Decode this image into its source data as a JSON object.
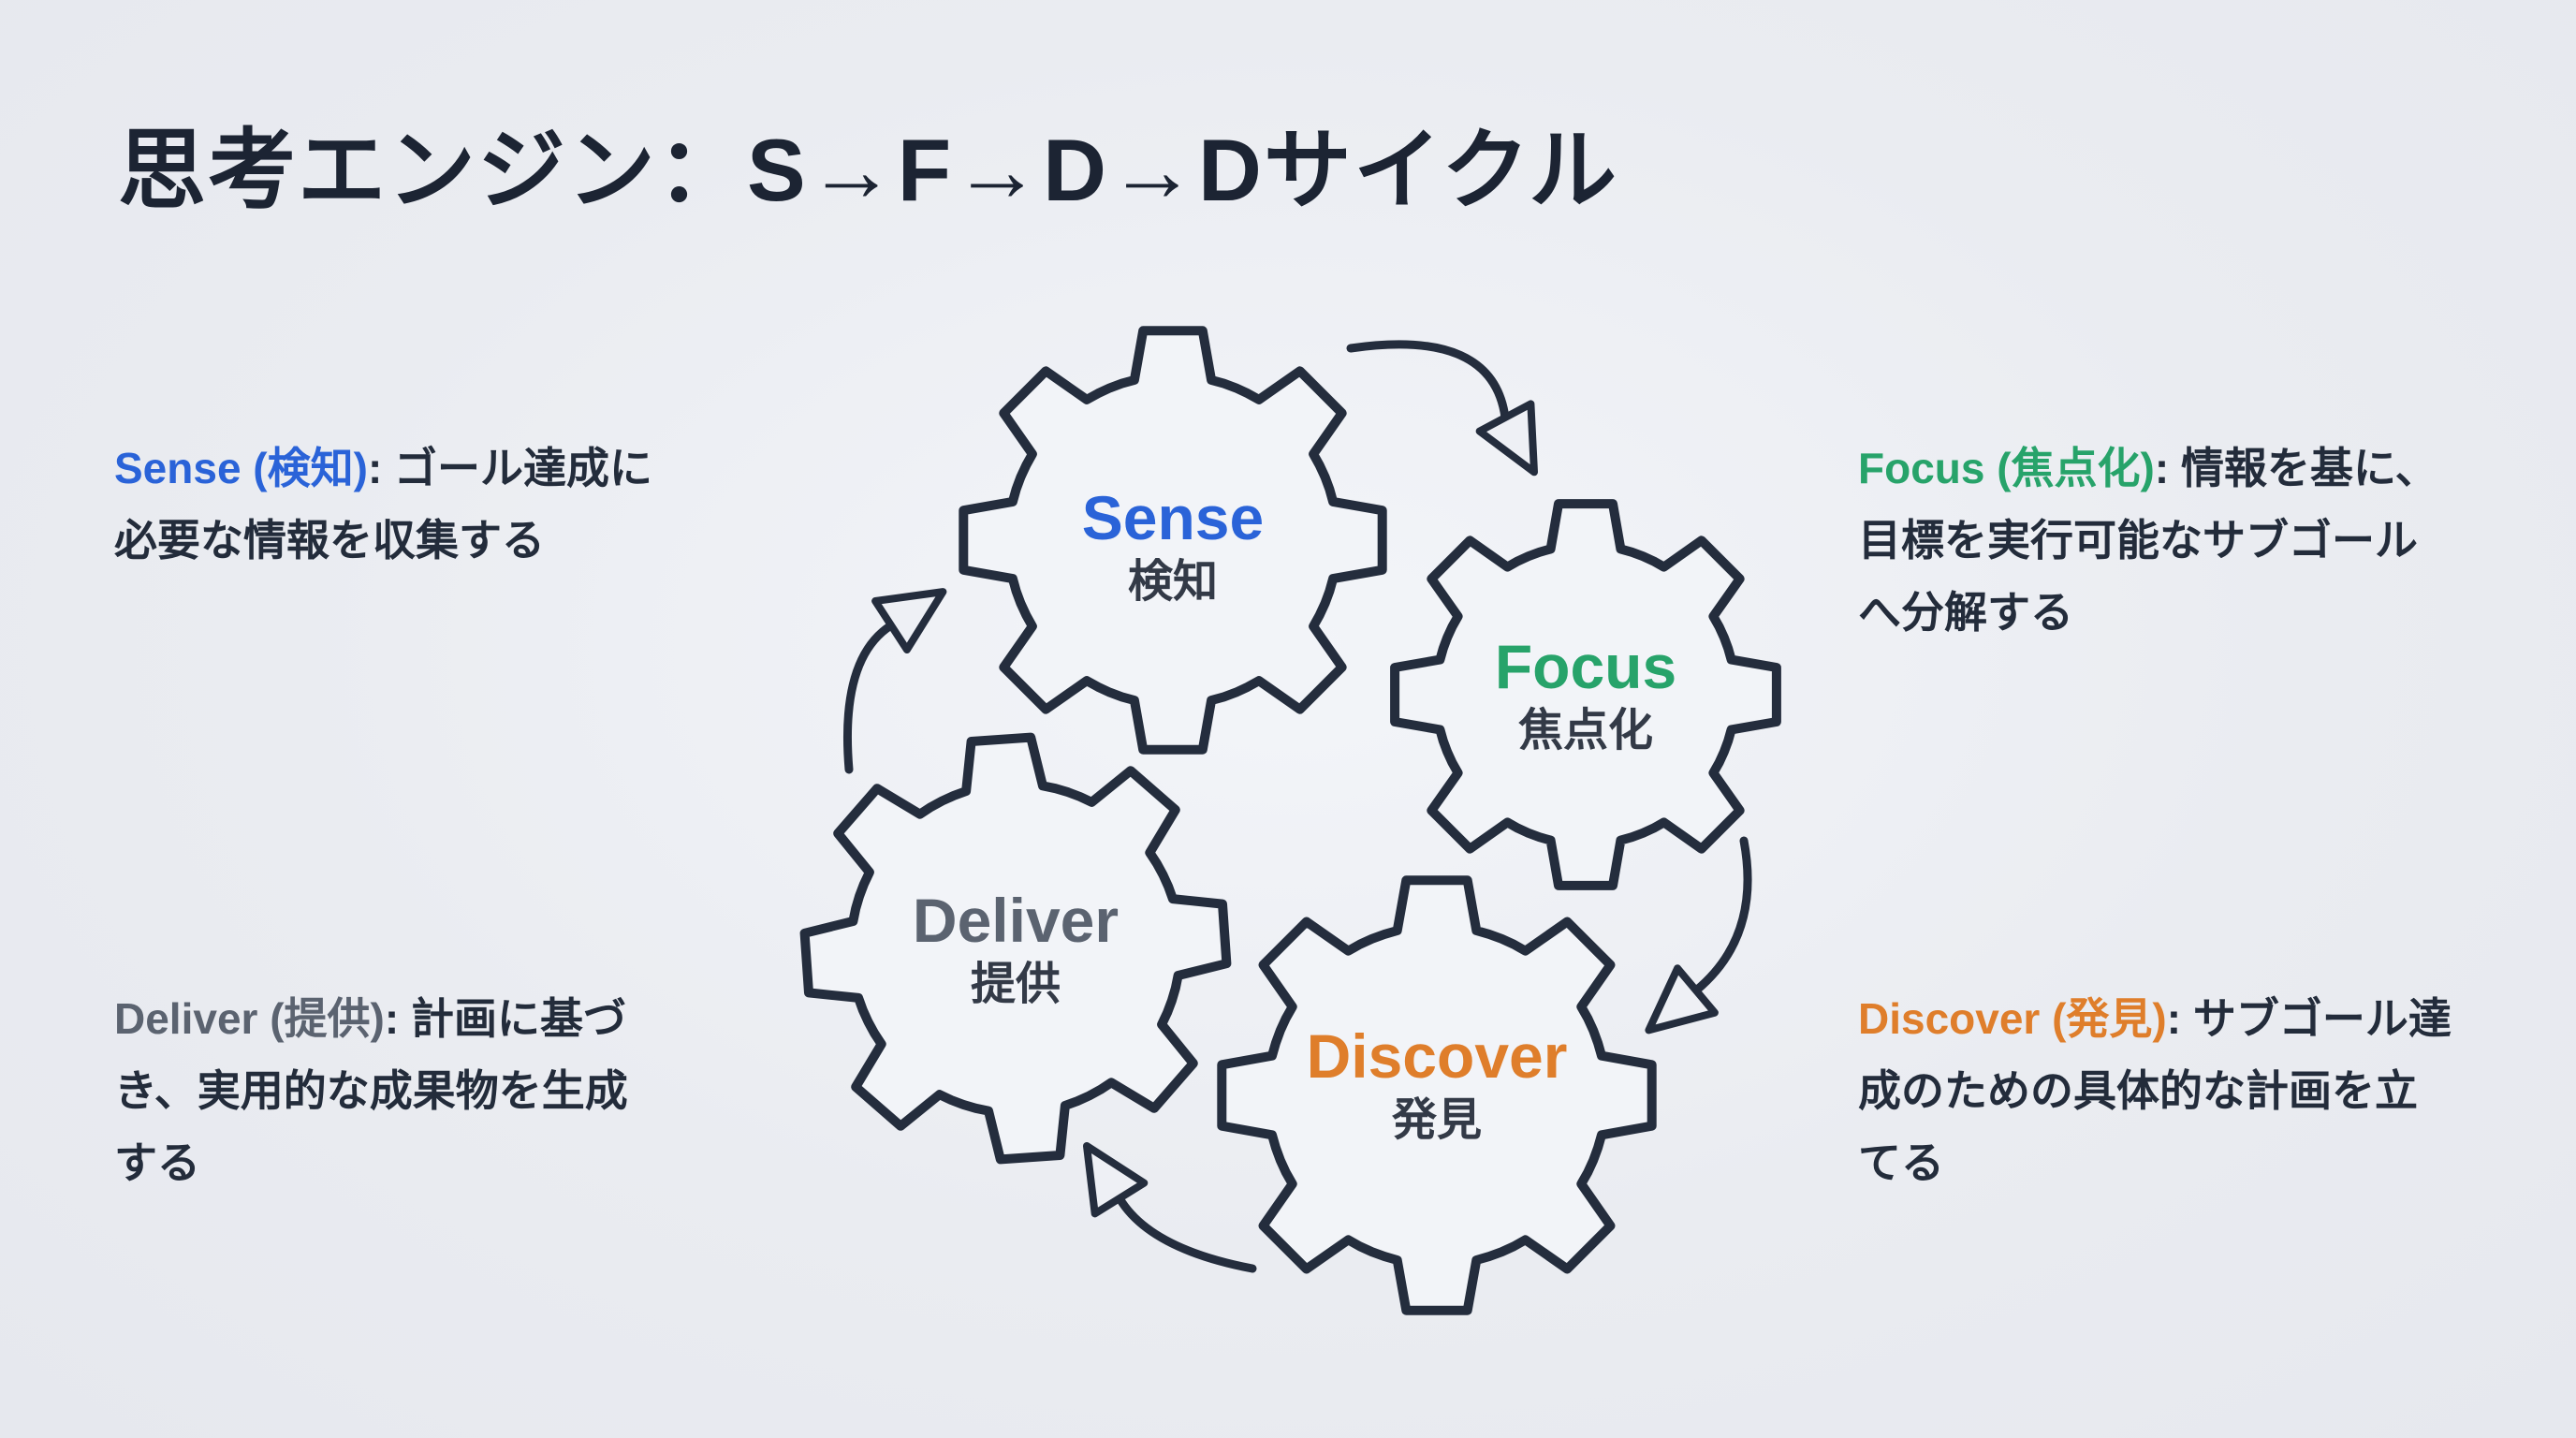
{
  "title": "思考エンジン：S→F→D→Dサイクル",
  "colors": {
    "background": "#e9ebf0",
    "outline": "#242d3d",
    "title_text": "#1c2433",
    "body_text": "#232c3b",
    "sense_accent": "#2a63d8",
    "focus_accent": "#27a36a",
    "deliver_accent": "#5b6370",
    "discover_accent": "#df7e2b",
    "gear_fill": "#f2f4f8"
  },
  "gears": [
    {
      "name": "Sense",
      "sub": "検知",
      "accent": "#2a63d8"
    },
    {
      "name": "Focus",
      "sub": "焦点化",
      "accent": "#27a36a"
    },
    {
      "name": "Deliver",
      "sub": "提供",
      "accent": "#5b6370"
    },
    {
      "name": "Discover",
      "sub": "発見",
      "accent": "#df7e2b"
    }
  ],
  "descriptions": [
    {
      "lead": "Sense (検知)",
      "body": ": ゴール達成に必要な情報を収集する"
    },
    {
      "lead": "Focus (焦点化)",
      "body": ": 情報を基に、目標を実行可能なサブゴールへ分解する"
    },
    {
      "lead": "Deliver (提供)",
      "body": ": 計画に基づき、実用的な成果物を生成する"
    },
    {
      "lead": "Discover (発見)",
      "body": ": サブゴール達成のための具体的な計画を立てる"
    }
  ],
  "cycle_arrows": [
    {
      "from": "Sense",
      "to": "Focus"
    },
    {
      "from": "Focus",
      "to": "Discover"
    },
    {
      "from": "Discover",
      "to": "Deliver"
    },
    {
      "from": "Deliver",
      "to": "Sense"
    }
  ]
}
